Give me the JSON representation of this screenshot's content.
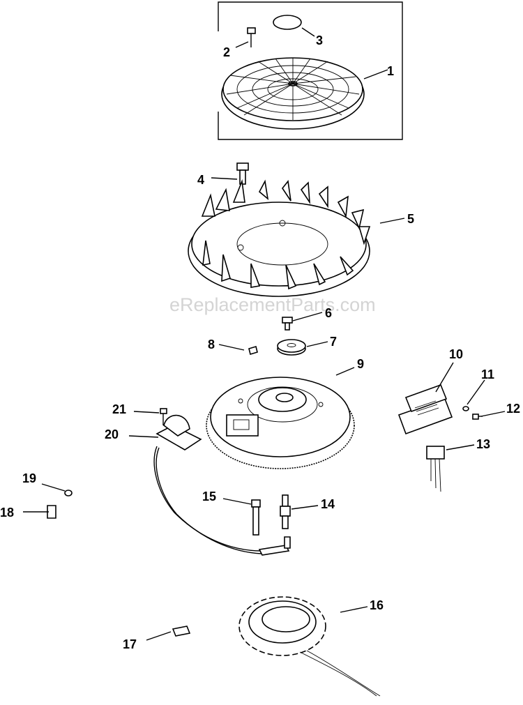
{
  "watermark": "eReplacementParts.com",
  "callouts": [
    "1",
    "2",
    "3",
    "4",
    "5",
    "6",
    "7",
    "8",
    "9",
    "10",
    "11",
    "12",
    "13",
    "14",
    "15",
    "16",
    "17",
    "18",
    "19",
    "20",
    "21"
  ],
  "colors": {
    "line": "#000000",
    "background": "#ffffff",
    "watermark": "#d4d4d4"
  }
}
